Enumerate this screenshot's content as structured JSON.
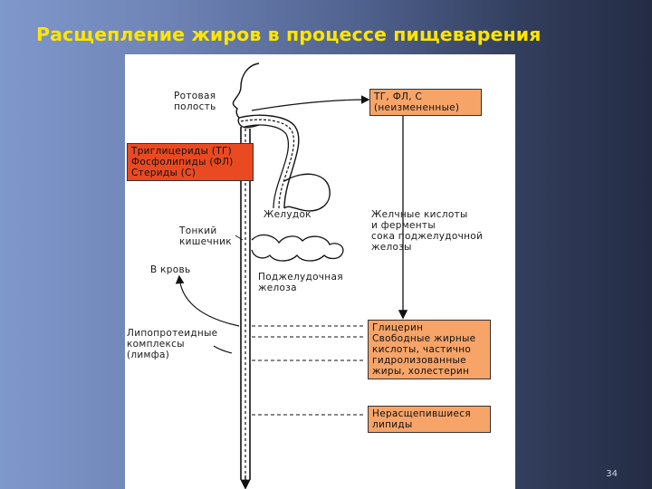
{
  "slide": {
    "title": "Расщепление жиров в процессе пищеварения",
    "page_number": "34"
  },
  "diagram": {
    "labels": {
      "mouth": "Ротовая\nполость",
      "stomach": "Желудок",
      "small_intestine": "Тонкий\nкишечник",
      "to_blood": "В кровь",
      "pancreas": "Поджелудочная\nжелоза",
      "lipoproteins": "Липопротеидные\nкомплексы\n(лимфа)",
      "bile_acids": "Желчные кислоты\nи ферменты\nсока поджелудочной\nжелозы"
    },
    "boxes": {
      "input_lines": [
        "Триглицериды (ТГ)",
        "Фосфолипиды (ФЛ)",
        "Стериды (С)"
      ],
      "unchanged_lines": [
        "ТГ, ФЛ, С",
        "(неизмененные)"
      ],
      "products_lines": [
        "Глицерин",
        "Свободные жирные",
        "кислоты, частично",
        "гидролизованные",
        "жиры, холестерин"
      ],
      "undigested_lines": [
        "Нерасщепившиеся",
        "липиды"
      ]
    },
    "colors": {
      "input_box": "#ea4a22",
      "output_box": "#f7a469"
    }
  }
}
